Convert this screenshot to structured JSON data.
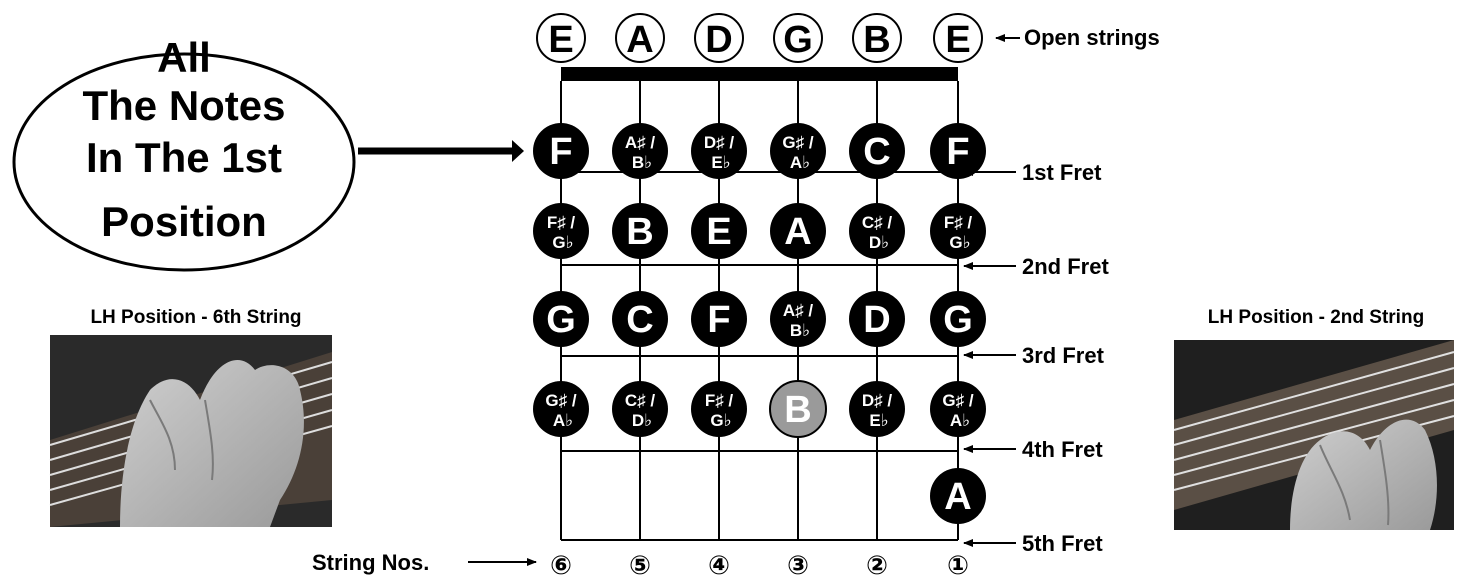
{
  "callout": {
    "lines": [
      "All",
      "The Notes",
      "In The 1st",
      "Position"
    ]
  },
  "open_strings": {
    "label": "Open strings",
    "notes": [
      "E",
      "A",
      "D",
      "G",
      "B",
      "E"
    ]
  },
  "fret_labels": [
    "1st Fret",
    "2nd Fret",
    "3rd Fret",
    "4th Fret",
    "5th Fret"
  ],
  "string_numbers": {
    "label": "String Nos.",
    "numbers": [
      "⑥",
      "⑤",
      "④",
      "③",
      "②",
      "①"
    ]
  },
  "photos": {
    "left_caption": "LH Position - 6th String",
    "right_caption": "LH Position - 2nd String"
  },
  "fretboard": {
    "rows": [
      [
        {
          "t": "F"
        },
        {
          "t": "A♯ /",
          "b": "B♭"
        },
        {
          "t": "D♯ /",
          "b": "E♭"
        },
        {
          "t": "G♯ /",
          "b": "A♭"
        },
        {
          "t": "C"
        },
        {
          "t": "F"
        }
      ],
      [
        {
          "t": "F♯ /",
          "b": "G♭"
        },
        {
          "t": "B"
        },
        {
          "t": "E"
        },
        {
          "t": "A"
        },
        {
          "t": "C♯ /",
          "b": "D♭"
        },
        {
          "t": "F♯ /",
          "b": "G♭"
        }
      ],
      [
        {
          "t": "G"
        },
        {
          "t": "C"
        },
        {
          "t": "F"
        },
        {
          "t": "A♯ /",
          "b": "B♭"
        },
        {
          "t": "D"
        },
        {
          "t": "G"
        }
      ],
      [
        {
          "t": "G♯ /",
          "b": "A♭"
        },
        {
          "t": "C♯ /",
          "b": "D♭"
        },
        {
          "t": "F♯ /",
          "b": "G♭"
        },
        {
          "t": "B",
          "highlight": true
        },
        {
          "t": "D♯ /",
          "b": "E♭"
        },
        {
          "t": "G♯ /",
          "b": "A♭"
        }
      ],
      [
        null,
        null,
        null,
        null,
        null,
        {
          "t": "A"
        }
      ]
    ],
    "colors": {
      "note_fill": "#000000",
      "highlight_fill": "#9a9a9a",
      "line": "#000000"
    }
  }
}
